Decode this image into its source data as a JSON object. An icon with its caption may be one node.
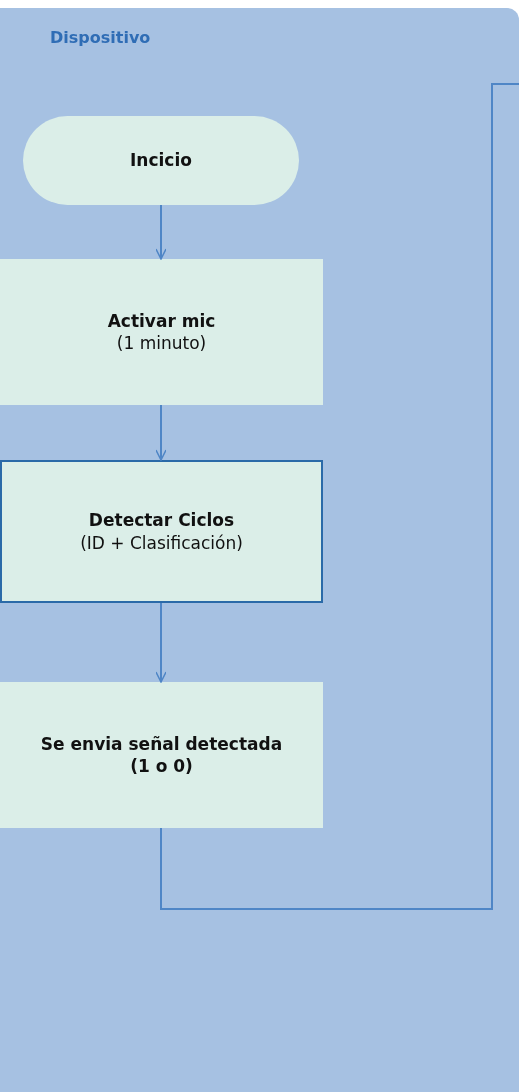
{
  "diagram": {
    "nodes": [
      {
        "text": [
          "Dispositivo"
        ]
      },
      {
        "text": [
          "Incicio"
        ],
        "in": 0
      },
      {
        "text": [
          "Activar mic",
          "(1 minuto)"
        ],
        "in": 0
      },
      {
        "text": [
          "Detectar Ciclos",
          "(ID + Clasificación)"
        ],
        "in": 0
      },
      {
        "text": [
          "Se envia señal detectada (1 o 0)"
        ],
        "in": 0
      }
    ],
    "edges": [
      {
        "from": 1,
        "to": 2,
        "arrow": "to"
      },
      {
        "from": 2,
        "to": 3,
        "arrow": "to"
      },
      {
        "from": 3,
        "to": 4,
        "arrow": "to"
      },
      {
        "from": 4,
        "to": null,
        "arrow": "none"
      }
    ]
  }
}
